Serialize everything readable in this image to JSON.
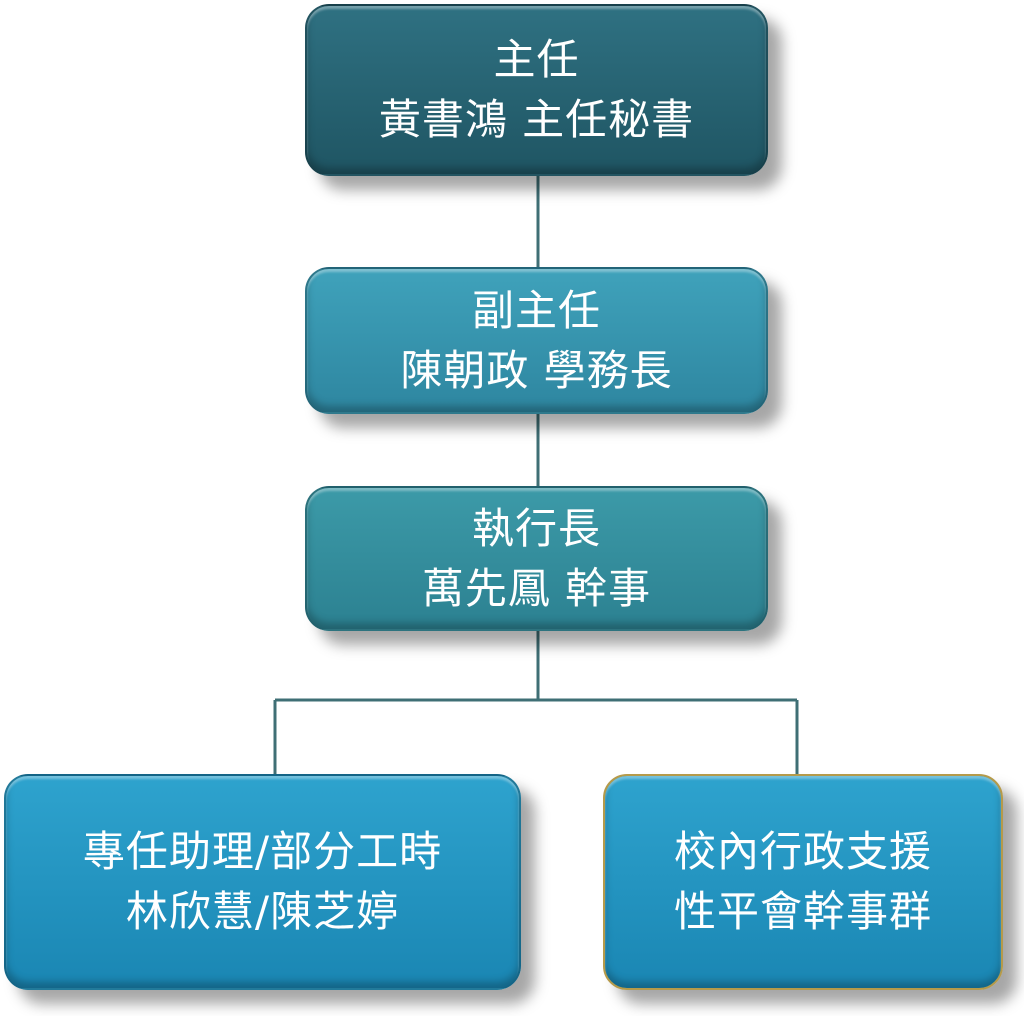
{
  "diagram": {
    "colors": {
      "connector": "#3f6f75",
      "director": "#1f5563",
      "deputy": "#2e86a0",
      "executive": "#2c8191",
      "staff": "#1a86b3"
    },
    "director": {
      "title": "主任",
      "name": "黃書鴻 主任秘書"
    },
    "deputy": {
      "title": "副主任",
      "name": "陳朝政 學務長"
    },
    "executive": {
      "title": "執行長",
      "name": "萬先鳳 幹事"
    },
    "assistant": {
      "title": "專任助理/部分工時",
      "name": "林欣慧/陳芝婷"
    },
    "support": {
      "title": "校內行政支援",
      "name": "性平會幹事群"
    }
  }
}
